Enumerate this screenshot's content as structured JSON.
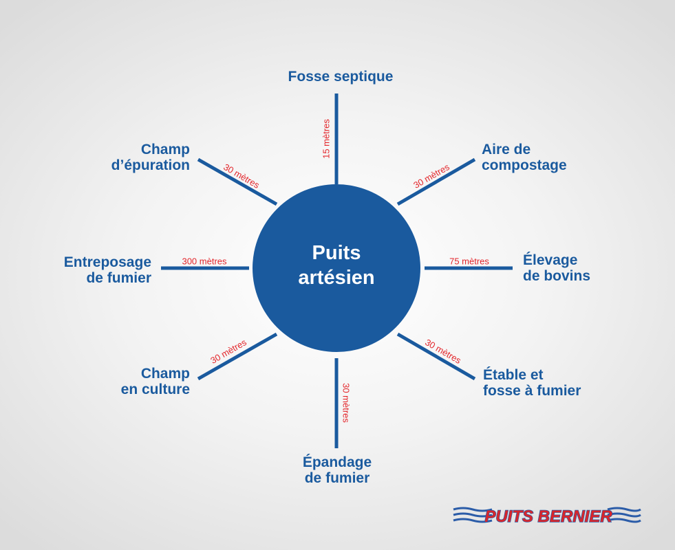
{
  "center": {
    "label": "Puits\nartésien"
  },
  "spokes": [
    {
      "id": "fosse-septique",
      "label": "Fosse septique",
      "distance": "15 mètres"
    },
    {
      "id": "aire-compostage",
      "label": "Aire de\ncompostage",
      "distance": "30 mètres"
    },
    {
      "id": "elevage-bovins",
      "label": "Élevage\nde bovins",
      "distance": "75 mètres"
    },
    {
      "id": "etable-fosse",
      "label": "Étable et\nfosse à fumier",
      "distance": "30 mètres"
    },
    {
      "id": "epandage-fumier",
      "label": "Épandage\nde fumier",
      "distance": "30 mètres"
    },
    {
      "id": "champ-culture",
      "label": "Champ\nen culture",
      "distance": "30 mètres"
    },
    {
      "id": "entreposage-fumier",
      "label": "Entreposage\nde fumier",
      "distance": "300 mètres"
    },
    {
      "id": "champ-epuration",
      "label": "Champ\nd’épuration",
      "distance": "30 mètres"
    }
  ],
  "logo": {
    "text": "PUITS BERNIER"
  },
  "colors": {
    "primary": "#1a5a9e",
    "distance": "#e3262b",
    "logo_red": "#d8262b",
    "logo_blue": "#2b5ca8"
  }
}
